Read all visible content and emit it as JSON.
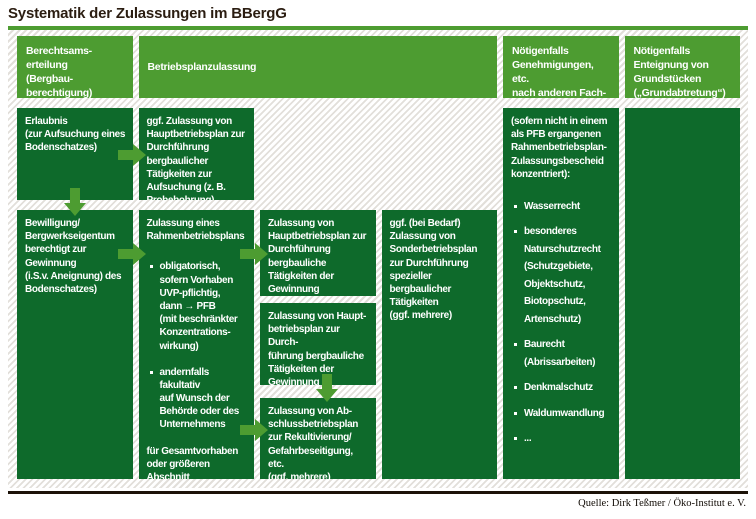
{
  "title": "Systematik der Zulassungen im BBergG",
  "source": "Quelle: Dirk Teßmer / Öko-Institut e. V.",
  "colors": {
    "green_light": "#4d9c31",
    "green_dark": "#0e6a2b",
    "rule_dark": "#1c1208",
    "title_ink": "#2b1d11",
    "hatch_line": "#e2dfda"
  },
  "icons": {
    "arrow-right-icon": "css-triangle-right (green flow arrow)",
    "arrow-down-icon": "css-triangle-down (green flow arrow)"
  },
  "headers": {
    "berechtsam": "Berechtsams-\nerteilung\n(Bergbau-\nberechtigung)",
    "betriebsplan": "Betriebsplanzulassung",
    "fachgesetze": "Nötigenfalls\nGenehmigungen, etc.\nnach anderen Fach-\ngesetzen",
    "enteignung": "Nötigenfalls\nEnteignung von\nGrundstücken\n(„Grundabtretung“)"
  },
  "boxes": {
    "erlaubnis": "Erlaubnis\n(zur Aufsuchung eines\nBodenschatzes)",
    "aufsuchung_hbp": "ggf. Zulassung von\nHauptbetriebsplan zur\nDurchführung\nbergbaulicher\nTätigkeiten zur\nAufsuchung (z. B.\nProbebohrung)",
    "bewilligung": "Bewilligung/\nBergwerkseigentum\nberechtigt zur\nGewinnung\n(i.S.v. Aneignung) des\nBodenschatzes)",
    "rahmenbetriebsplan": {
      "intro": "Zulassung eines\nRahmenbetriebsplans",
      "bullets": [
        "obligatorisch,\nsofern Vorhaben\nUVP-pflichtig,\ndann → PFB\n(mit beschränkter\nKonzentrations-\nwirkung)",
        "andernfalls\nfakultativ\nauf Wunsch der\nBehörde oder des\nUnternehmens"
      ],
      "footer": "für Gesamtvorhaben\noder größeren\nAbschnitt"
    },
    "hbp_gewinnung": "Zulassung von\nHauptbetriebsplan zur\nDurchführung\nbergbauliche\nTätigkeiten der\nGewinnung",
    "hbp_gewinnung_weitere": "Zulassung von Haupt-\nbetriebsplan zur Durch-\nführung bergbauliche\nTätigkeiten der\nGewinnung (...\nmehrere...)",
    "abschlussbetriebsplan": "Zulassung von Ab-\nschlussbetriebsplan\nzur Rekultivierung/\nGefahrbeseitigung, etc.\n(ggf. mehrere)",
    "sonderbetriebsplan": "ggf. (bei Bedarf)\nZulassung von\nSonderbetriebsplan\nzur Durchführung\nspezieller\nbergbaulicher\nTätigkeiten\n(ggf. mehrere)",
    "fachrecht": {
      "intro": "(sofern nicht in einem\nals PFB ergangenen\nRahmenbetriebsplan-\nZulassungsbescheid\nkonzentriert):",
      "bullets": [
        "Wasserrecht",
        "besonderes\nNaturschutzrecht\n(Schutzgebiete,\nObjektschutz,\nBiotopschutz,\nArtenschutz)",
        "Baurecht\n(Abrissarbeiten)",
        "Denkmalschutz",
        "Waldumwandlung",
        "..."
      ]
    }
  }
}
